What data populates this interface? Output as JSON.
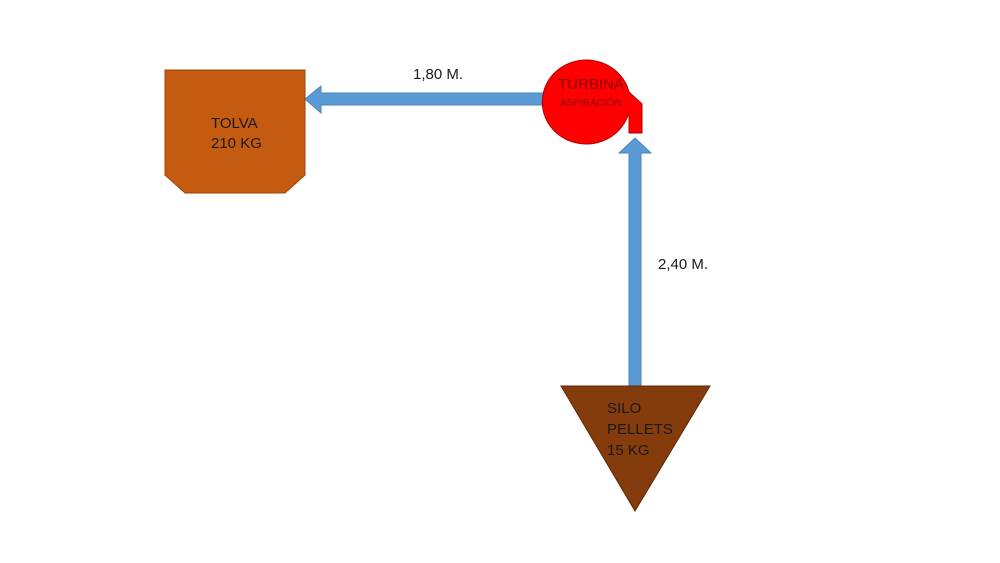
{
  "tolva": {
    "line1": "TOLVA",
    "line2": "210 KG",
    "color": "#c55a11"
  },
  "turbina": {
    "title": "TURBINA",
    "subtitle": "ASPIRACIÓN",
    "color": "#ff0000"
  },
  "silo": {
    "line1": "SILO",
    "line2": "PELLETS",
    "line3": "15 KG",
    "color": "#843c0c"
  },
  "pipes": {
    "horizontal_label": "1,80 M.",
    "vertical_label": "2,40 M.",
    "color": "#5b9bd5"
  }
}
